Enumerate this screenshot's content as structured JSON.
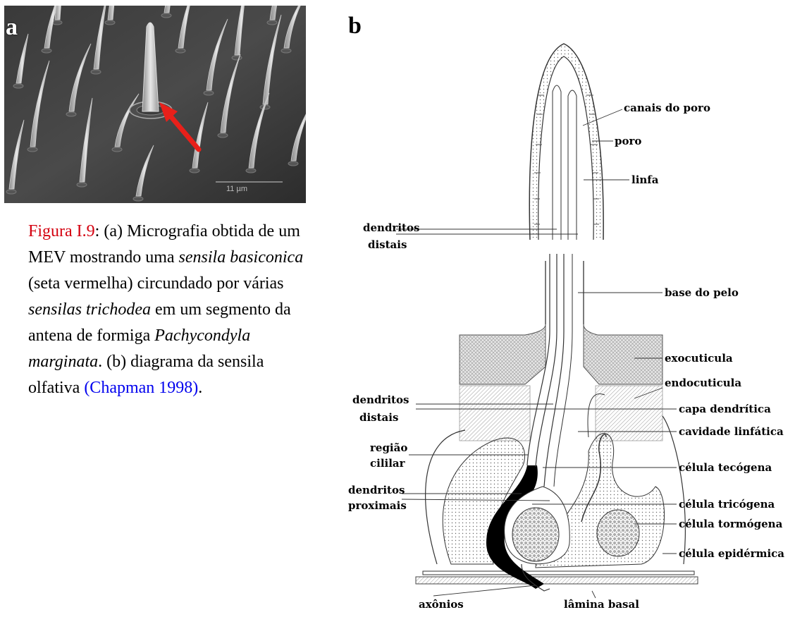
{
  "panel_a": {
    "letter": "a",
    "scale_bar": "11 µm"
  },
  "panel_b": {
    "letter": "b",
    "labels": {
      "canais_do_poro": "canais do poro",
      "poro": "poro",
      "linfa": "linfa",
      "dendritos_distais_top_1": "dendritos",
      "dendritos_distais_top_2": "distais",
      "base_do_pelo": "base do pelo",
      "exocuticula": "exocuticula",
      "endocuticula": "endocuticula",
      "dendritos_distais_mid_1": "dendritos",
      "dendritos_distais_mid_2": "distais",
      "capa_dendritica": "capa dendrítica",
      "cavidade_linfatica": "cavidade linfática",
      "regiao_1": "região",
      "regiao_2": "cililar",
      "celula_tecogena": "célula tecógena",
      "dendritos_proximais_1": "dendritos",
      "dendritos_proximais_2": "proximais",
      "celula_tricogena": "célula tricógena",
      "celula_tormogena": "célula tormógena",
      "celula_epidermica": "célula epidérmica",
      "axonios": "axônios",
      "lamina_basal": "lâmina basal"
    }
  },
  "caption": {
    "figure_label": "Figura I.9",
    "t1": ": (a) Micrografia obtida de um MEV mostrando uma ",
    "i1": "sensila basiconica",
    "t2": " (seta vermelha) circundado por várias ",
    "i2": "sensilas trichodea",
    "t3": " em um segmento da antena de formiga ",
    "i3": "Pachycondyla marginata",
    "t4": ". (b) diagrama da sensila olfativa ",
    "citation": "(Chapman 1998)",
    "t5": "."
  },
  "colors": {
    "figure_label": "#d4000f",
    "citation": "#0000ee",
    "arrow": "#e8201a"
  }
}
